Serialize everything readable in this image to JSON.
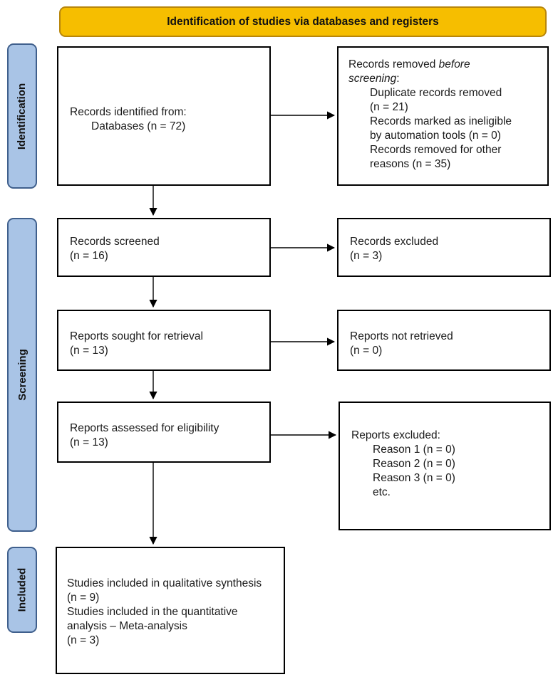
{
  "header": {
    "title": "Identification of studies via databases and registers"
  },
  "phases": {
    "identification": "Identification",
    "screening": "Screening",
    "included": "Included"
  },
  "boxes": {
    "records_identified": {
      "line1": "Records identified from:",
      "line2": "Databases (n = 72)"
    },
    "records_removed": {
      "intro_plain": "Records removed ",
      "intro_italic1": "before",
      "intro_italic2": "screening",
      "colon": ":",
      "items": [
        "Duplicate records removed",
        "(n = 21)",
        "Records marked as ineligible",
        "by automation tools (n = 0)",
        "Records removed for other",
        "reasons (n = 35)"
      ]
    },
    "records_screened": {
      "line1": "Records screened",
      "line2": "(n = 16)"
    },
    "records_excluded": {
      "line1": "Records excluded",
      "line2": "(n = 3)"
    },
    "reports_sought": {
      "line1": "Reports sought for retrieval",
      "line2": "(n = 13)"
    },
    "reports_not_retrieved": {
      "line1": "Reports not retrieved",
      "line2": "(n = 0)"
    },
    "reports_assessed": {
      "line1": "Reports assessed for eligibility",
      "line2": "(n = 13)"
    },
    "reports_excluded": {
      "line1": "Reports excluded:",
      "items": [
        "Reason 1 (n = 0)",
        "Reason 2 (n = 0)",
        "Reason 3 (n = 0)",
        "etc."
      ]
    },
    "studies_included": {
      "lines": [
        "Studies included in qualitative synthesis",
        "(n = 9)",
        "Studies included in the quantitative",
        "analysis – Meta-analysis",
        "(n = 3)"
      ]
    }
  },
  "colors": {
    "banner_fill": "#f6be00",
    "phase_fill": "#a9c4e6",
    "phase_border": "#3f5f8c"
  }
}
